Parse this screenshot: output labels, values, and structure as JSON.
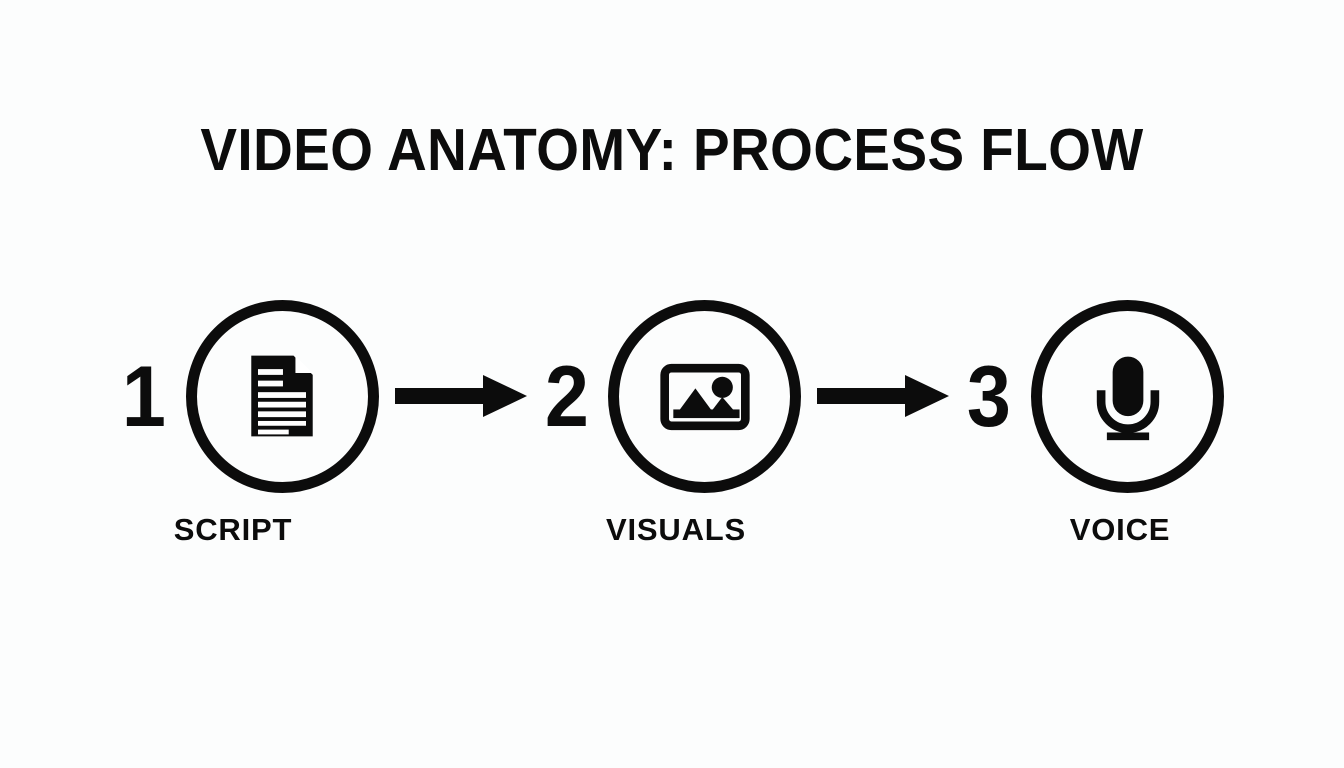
{
  "slide": {
    "title": "VIDEO ANATOMY: PROCESS FLOW",
    "background_color": "#fcfdfd",
    "ink_color": "#0c0c0c"
  },
  "flow": {
    "steps": [
      {
        "number": "1",
        "label": "SCRIPT",
        "icon": "document-icon"
      },
      {
        "number": "2",
        "label": "VISUALS",
        "icon": "image-icon"
      },
      {
        "number": "3",
        "label": "VOICE",
        "icon": "microphone-icon"
      }
    ],
    "connectors": [
      {
        "icon": "arrow-right-icon"
      },
      {
        "icon": "arrow-right-icon"
      }
    ]
  }
}
